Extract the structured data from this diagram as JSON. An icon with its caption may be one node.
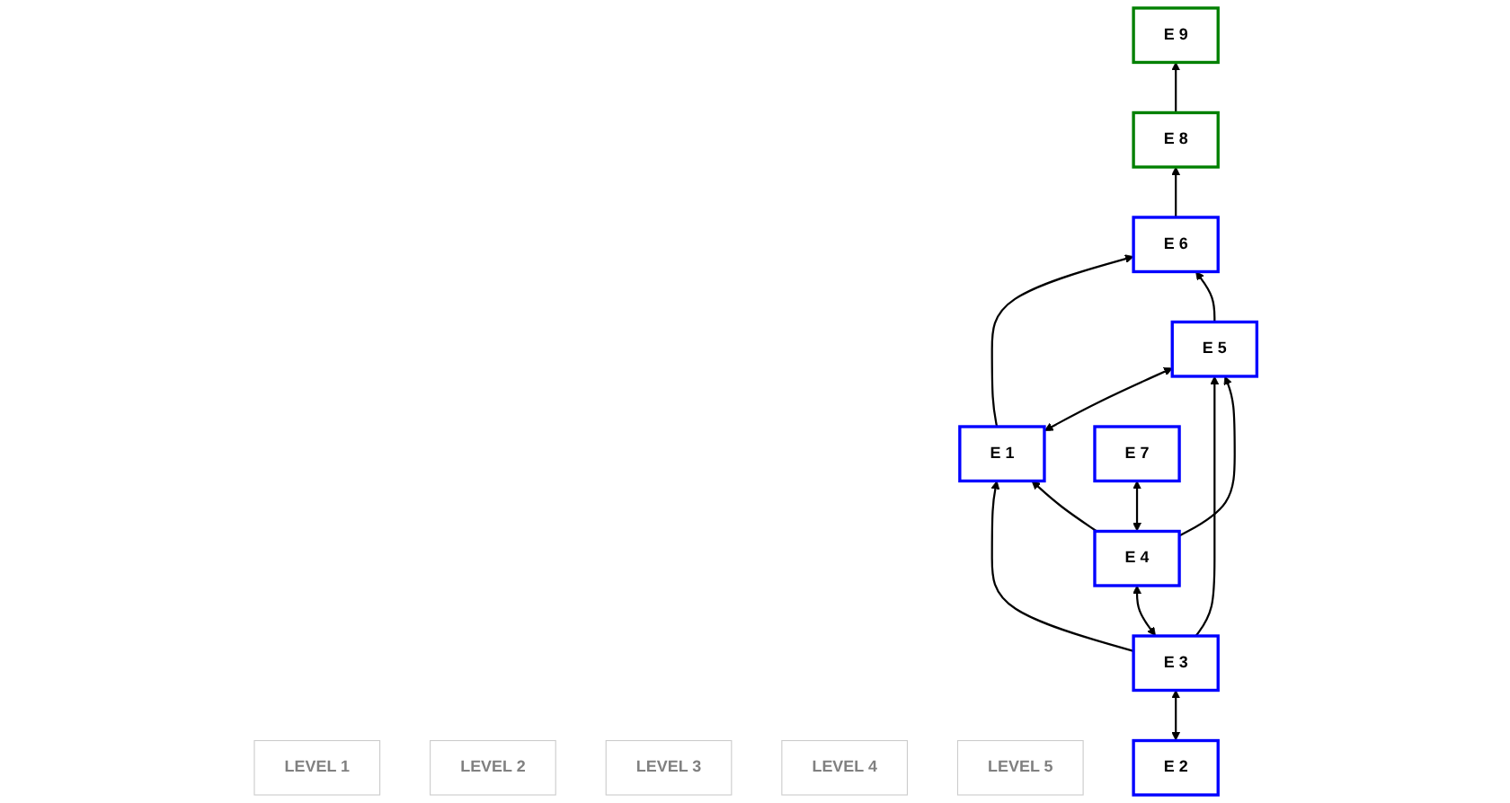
{
  "diagram": {
    "nodes": [
      {
        "text": [
          "LEVEL 1"
        ]
      },
      {
        "text": [
          "E 9"
        ]
      },
      {
        "text": [
          "LEVEL 2"
        ]
      },
      {
        "text": [
          "E 8"
        ]
      },
      {
        "text": [
          "LEVEL 3"
        ]
      },
      {
        "text": [
          "E 6"
        ]
      },
      {
        "text": [
          "LEVEL 4"
        ]
      },
      {
        "text": [
          "E 1"
        ]
      },
      {
        "text": [
          "E 5"
        ]
      },
      {
        "text": [
          "LEVEL 5"
        ]
      },
      {
        "text": [
          "E 2"
        ]
      },
      {
        "text": [
          "E 3"
        ]
      },
      {
        "text": [
          "E 4"
        ]
      },
      {
        "text": [
          "E 7"
        ]
      }
    ],
    "edges": [
      {
        "from": 3,
        "to": 1,
        "arrow": "to"
      },
      {
        "from": 5,
        "to": 3,
        "arrow": "to"
      },
      {
        "from": 7,
        "to": 5,
        "arrow": "to"
      },
      {
        "from": 8,
        "to": 5,
        "arrow": "to"
      },
      {
        "from": 7,
        "to": 8,
        "arrow": "both"
      },
      {
        "from": 11,
        "to": 7,
        "arrow": "to"
      },
      {
        "from": 11,
        "to": 8,
        "arrow": "to"
      },
      {
        "from": 12,
        "to": 7,
        "arrow": "to"
      },
      {
        "from": 12,
        "to": 8,
        "arrow": "to"
      },
      {
        "from": 10,
        "to": 11,
        "arrow": "both"
      },
      {
        "from": 11,
        "to": 12,
        "arrow": "both"
      },
      {
        "from": 12,
        "to": 13,
        "arrow": "both"
      }
    ]
  }
}
